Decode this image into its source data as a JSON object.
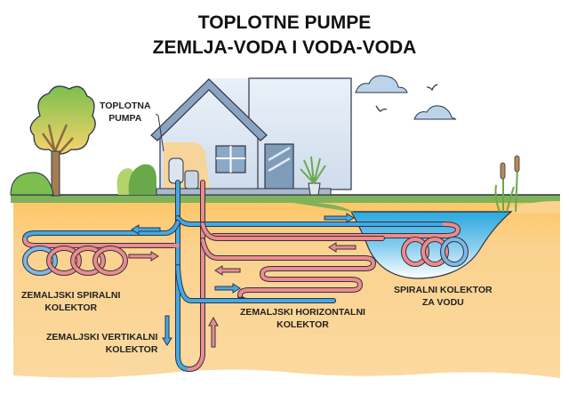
{
  "title": {
    "line1": "TOPLOTNE PUMPE",
    "line2": "ZEMLJA-VODA I VODA-VODA"
  },
  "labels": {
    "heat_pump": {
      "line1": "TOPLOTNA",
      "line2": "PUMPA"
    },
    "spiral_ground": {
      "line1": "ZEMALJSKI SPIRALNI",
      "line2": "KOLEKTOR"
    },
    "vertical_ground": {
      "line1": "ZEMALJSKI VERTIKALNI",
      "line2": "KOLEKTOR"
    },
    "horizontal_ground": {
      "line1": "ZEMALJSKI HORIZONTALNI",
      "line2": "KOLEKTOR"
    },
    "spiral_water": {
      "line1": "SPIRALNI KOLEKTOR",
      "line2": "ZA VODU"
    }
  },
  "colors": {
    "soil": "#fbd28e",
    "grass": "#7fb25a",
    "water": "#2aa7de",
    "cold_pipe": "#43a9e4",
    "warm_pipe": "#ef8b8b",
    "house_wall": "#dbe6f3",
    "roof": "#8aa5c2",
    "outline": "#2d3446",
    "cloud": "#bcd4ea"
  }
}
